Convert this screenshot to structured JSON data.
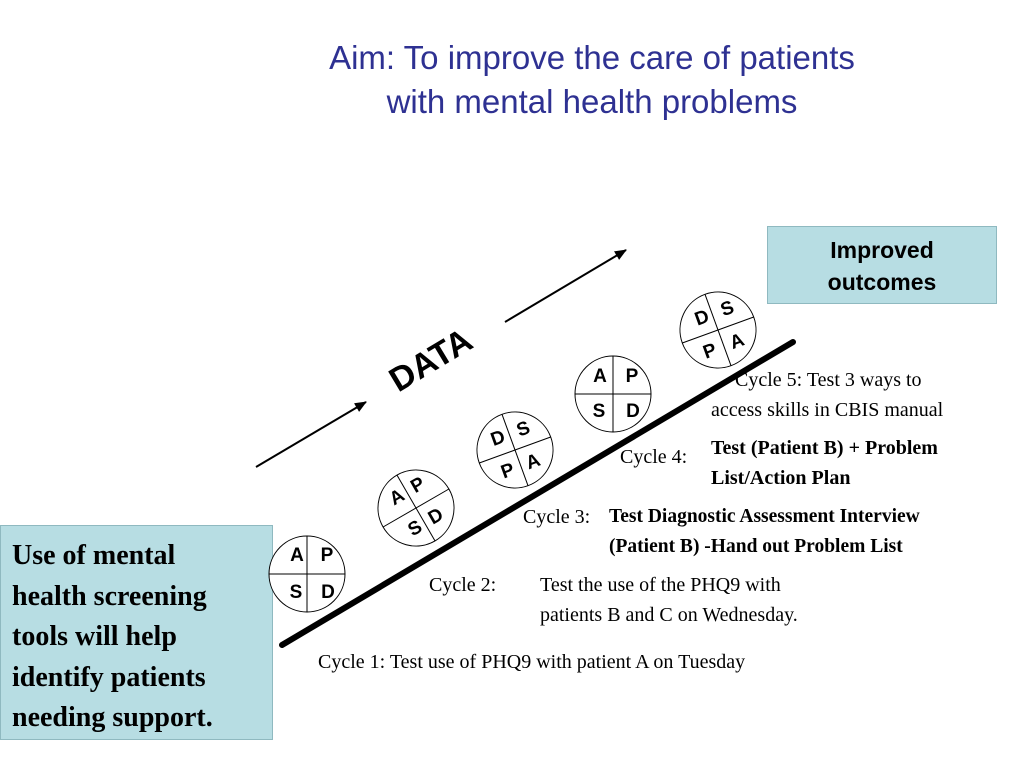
{
  "title": {
    "line1": "Aim: To improve the care of patients",
    "line2": "with mental health problems"
  },
  "outcomes_box": {
    "line1": "Improved",
    "line2": "outcomes"
  },
  "hypothesis_box": {
    "lines": [
      "Use of mental",
      "health screening",
      "tools will help",
      "identify patients",
      "needing support."
    ]
  },
  "data_label": "DATA",
  "pdsa_circles": [
    {
      "tl": "A",
      "tr": "P",
      "bl": "S",
      "br": "D"
    },
    {
      "tl": "A",
      "tr": "P",
      "bl": "S",
      "br": "D"
    },
    {
      "tl": "D",
      "tr": "S",
      "bl": "P",
      "br": "A"
    },
    {
      "tl": "A",
      "tr": "P",
      "bl": "S",
      "br": "D"
    },
    {
      "tl": "D",
      "tr": "S",
      "bl": "P",
      "br": "A"
    }
  ],
  "cycles": {
    "cycle1": {
      "text": "Cycle 1: Test use of PHQ9 with patient A on Tuesday"
    },
    "cycle2": {
      "label": "Cycle 2:",
      "line1": "Test the use of the PHQ9 with",
      "line2": "patients B and C on Wednesday."
    },
    "cycle3": {
      "label": "Cycle 3:",
      "line1": "Test Diagnostic Assessment Interview",
      "line2": "(Patient B) -Hand out Problem List"
    },
    "cycle4": {
      "label": "Cycle 4:",
      "line1": "Test (Patient B) + Problem",
      "line2": "List/Action Plan"
    },
    "cycle5": {
      "line1": "Cycle 5: Test 3 ways to",
      "line2": "access skills in CBIS manual"
    }
  }
}
